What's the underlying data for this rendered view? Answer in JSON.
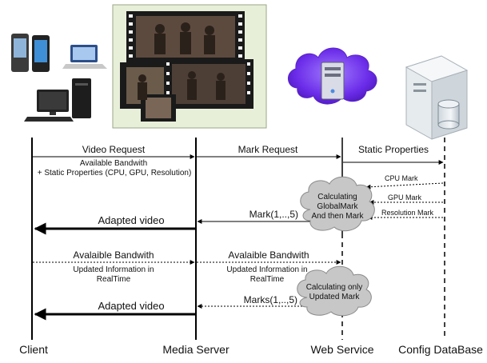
{
  "actors": {
    "client": "Client",
    "media_server": "Media Server",
    "web_service": "Web Service",
    "config_db": "Config DataBase"
  },
  "messages": {
    "video_request": "Video Request",
    "available_bandwidth": "Available Bandwith",
    "static_properties_cpu": "+ Static Properties (CPU, GPU, Resolution)",
    "mark_request": "Mark Request",
    "static_properties": "Static Properties",
    "cpu_mark": "CPU Mark",
    "gpu_mark": "GPU Mark",
    "resolution_mark": "Resolution Mark",
    "mark_result": "Mark(1,..,5)",
    "adapted_video_1": "Adapted video",
    "avail_bandwidth_client": "Avalaible Bandwith",
    "updated_info_client_1": "Updated Information in",
    "updated_info_client_2": "RealTime",
    "avail_bandwidth_media": "Avalaible Bandwith",
    "updated_info_media_1": "Updated Information in",
    "updated_info_media_2": "RealTime",
    "marks_result": "Marks(1,..,5)",
    "adapted_video_2": "Adapted video"
  },
  "clouds": {
    "global": [
      "Calculating",
      "GlobalMark",
      "And then Mark"
    ],
    "updated": [
      "Calculating only",
      "Updated Mark"
    ]
  },
  "colors": {
    "cloud_fill": "#c7c7c7",
    "server_cloud": "#7b3ff2",
    "line": "#000000",
    "film": "#1a1a1a",
    "frame_bg": "#e8efd9"
  }
}
